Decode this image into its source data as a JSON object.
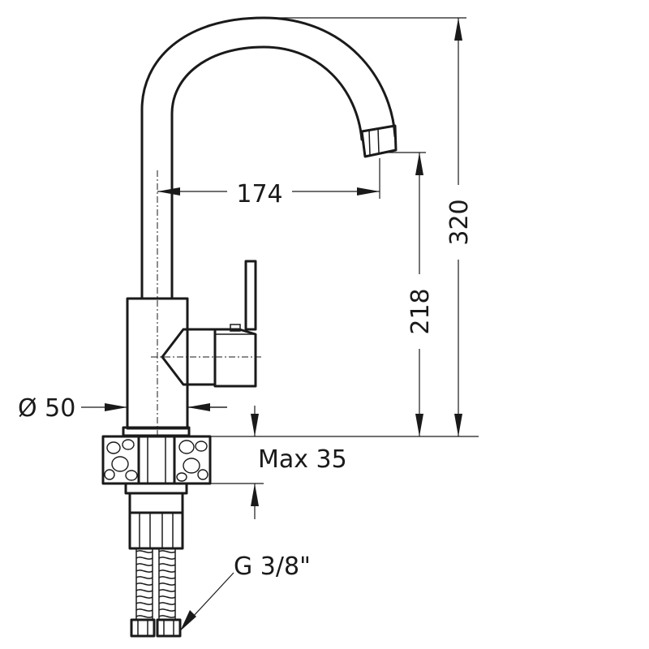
{
  "dimensions": {
    "spout_reach": "174",
    "spout_height": "218",
    "total_height": "320",
    "body_diameter": "Ø 50",
    "max_deck_thickness": "Max 35",
    "connection_thread": "G 3/8\""
  }
}
